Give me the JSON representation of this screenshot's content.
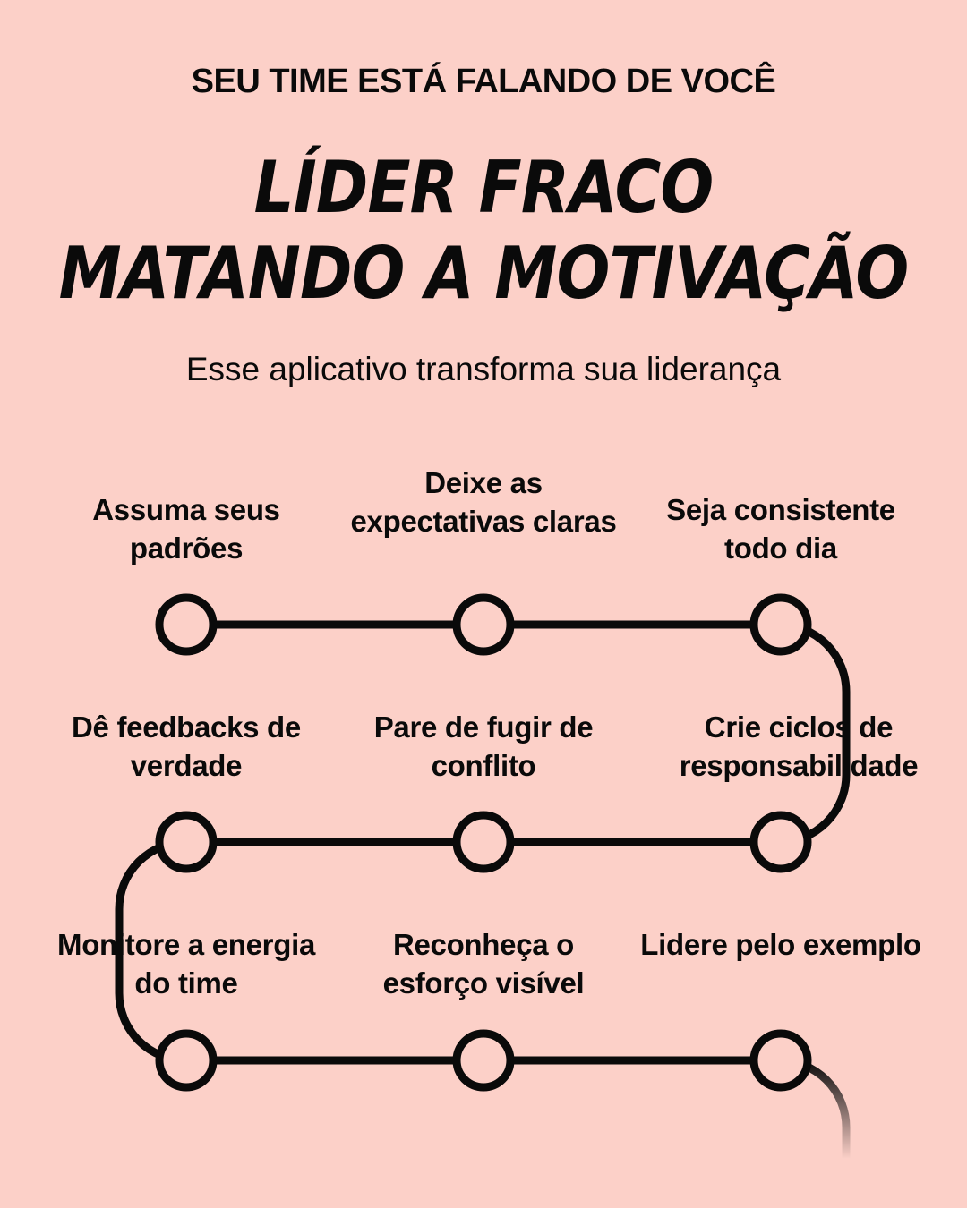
{
  "eyebrow": "SEU TIME ESTÁ FALANDO DE VOCÊ",
  "headline": {
    "line1": "LÍDER FRACO",
    "line2": "MATANDO A MOTIVAÇÃO"
  },
  "subtitle": "Esse aplicativo transforma sua liderança",
  "steps": [
    {
      "label": "Assuma seus padrões"
    },
    {
      "label": "Deixe as expectativas claras"
    },
    {
      "label": "Seja consistente todo dia"
    },
    {
      "label": "Crie ciclos de responsabilidade"
    },
    {
      "label": "Pare de fugir de conflito"
    },
    {
      "label": "Dê feedbacks de verdade"
    },
    {
      "label": "Monitore a energia do time"
    },
    {
      "label": "Reconheça o esforço visível"
    },
    {
      "label": "Lidere pelo exemplo"
    }
  ],
  "colors": {
    "background": "#fcd0c8",
    "line": "#0a0a0a",
    "node_fill": "#fcd0c8"
  }
}
